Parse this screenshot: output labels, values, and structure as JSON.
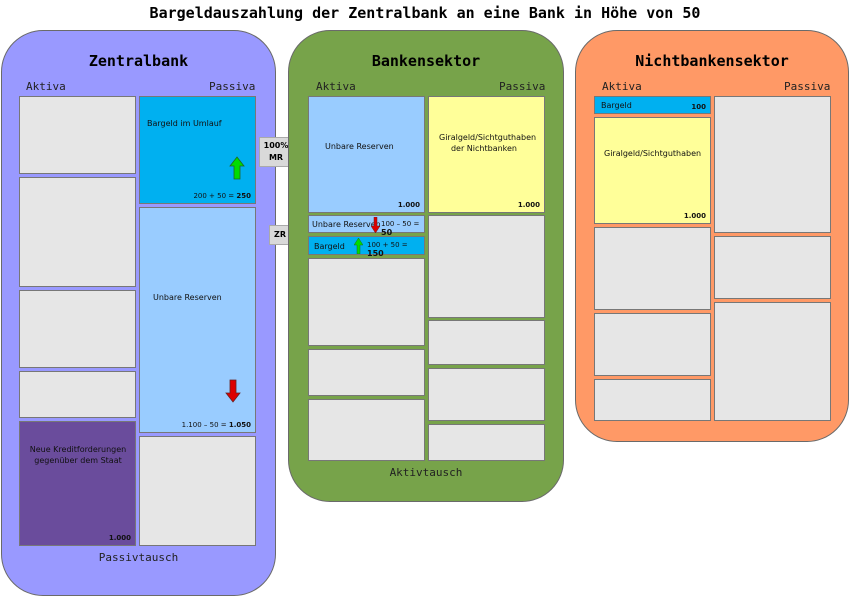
{
  "title": "Bargeldauszahlung der Zentralbank an eine Bank in Höhe von 50",
  "colors": {
    "zentralbank_bg": "#9999ff",
    "bankensektor_bg": "#77a34a",
    "nichtbanken_bg": "#ff9966",
    "reserves_light": "#99ccff",
    "cash_blue": "#00b0f0",
    "giral_yellow": "#ffff99",
    "claims_purple": "#6a4c9c",
    "empty_gray": "#e6e6e6",
    "arrow_up": "#00dd00",
    "arrow_down": "#dd0000"
  },
  "zentralbank": {
    "title": "Zentralbank",
    "aktiva": "Aktiva",
    "passiva": "Passiva",
    "footer": "Passivtausch",
    "bargeld_label": "Bargeld im Umlauf",
    "bargeld_calc": "200 + 50 = ",
    "bargeld_result": "250",
    "reserven_label": "Unbare Reserven",
    "reserven_calc": "1.100 – 50 = ",
    "reserven_result": "1.050",
    "kredit_label": "Neue Kreditforderungen gegenüber dem Staat",
    "kredit_value": "1.000"
  },
  "bankensektor": {
    "title": "Bankensektor",
    "aktiva": "Aktiva",
    "passiva": "Passiva",
    "footer": "Aktivtausch",
    "reserven_label": "Unbare Reserven",
    "reserven_value": "1.000",
    "giral_label": "Giralgeld/Sichtguthaben der Nichtbanken",
    "giral_value": "1.000",
    "zr_reserven_label": "Unbare Reserven",
    "zr_reserven_calc": "100 – 50 = ",
    "zr_reserven_result": "50",
    "zr_bargeld_label": "Bargeld",
    "zr_bargeld_calc": "100 + 50 = ",
    "zr_bargeld_result": "150"
  },
  "brackets": {
    "mr_label_line1": "100%",
    "mr_label_line2": "MR",
    "zr_label": "ZR"
  },
  "nichtbanken": {
    "title": "Nichtbankensektor",
    "aktiva": "Aktiva",
    "passiva": "Passiva",
    "bargeld_label": "Bargeld",
    "bargeld_value": "100",
    "giral_label": "Giralgeld/Sichtguthaben",
    "giral_value": "1.000"
  }
}
